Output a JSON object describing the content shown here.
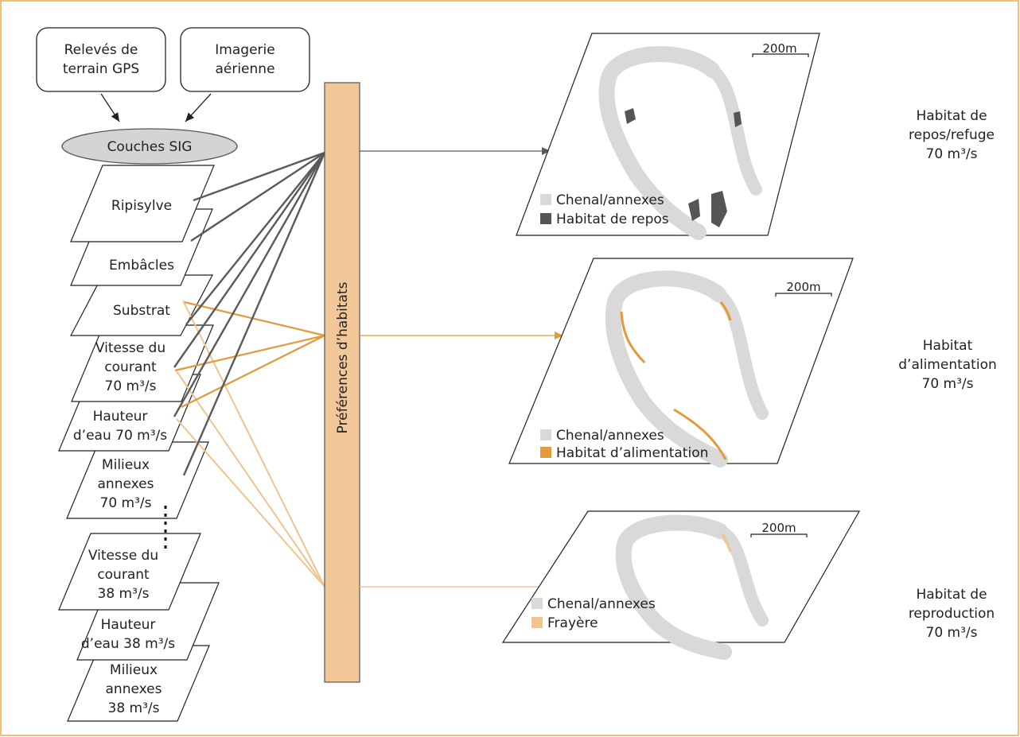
{
  "sources": {
    "gps": [
      "Relevés de",
      "terrain GPS"
    ],
    "aerial": [
      "Imagerie",
      "aérienne"
    ]
  },
  "gis_layers_label": "Couches SIG",
  "layers": {
    "ripisylve": [
      "Ripisylve"
    ],
    "embacles": [
      "Embâcles"
    ],
    "substrat": [
      "Substrat"
    ],
    "vitesse70": [
      "Vitesse du",
      "courant",
      "70 m³/s"
    ],
    "hauteur70": [
      "Hauteur",
      "d’eau 70 m³/s"
    ],
    "milieux70": [
      "Milieux",
      "annexes",
      "70 m³/s"
    ],
    "vitesse38": [
      "Vitesse du",
      "courant",
      "38 m³/s"
    ],
    "hauteur38": [
      "Hauteur",
      "d’eau 38 m³/s"
    ],
    "milieux38": [
      "Milieux",
      "annexes",
      "38 m³/s"
    ]
  },
  "preferences_label": "Préférences d’habitats",
  "maps": [
    {
      "scale": "200m",
      "legend": [
        "Chenal/annexes",
        "Habitat de repos"
      ],
      "title": [
        "Habitat de",
        "repos/refuge",
        "70 m³/s"
      ]
    },
    {
      "scale": "200m",
      "legend": [
        "Chenal/annexes",
        "Habitat d’alimentation"
      ],
      "title": [
        "Habitat",
        "d’alimentation",
        "70 m³/s"
      ]
    },
    {
      "scale": "200m",
      "legend": [
        "Chenal/annexes",
        "Frayère"
      ],
      "title": [
        "Habitat de",
        "reproduction",
        "70 m³/s"
      ]
    }
  ],
  "colors": {
    "frame": "#f0a848",
    "bar": "#f2c89a",
    "dark_line": "#5a5a5a",
    "orange_line": "#e39a3a",
    "light_line": "#f0c48e",
    "channel": "#d9d9d9",
    "rest_habitat": "#555555",
    "feeding_habitat": "#e39a3a",
    "spawning": "#f0c48e"
  }
}
